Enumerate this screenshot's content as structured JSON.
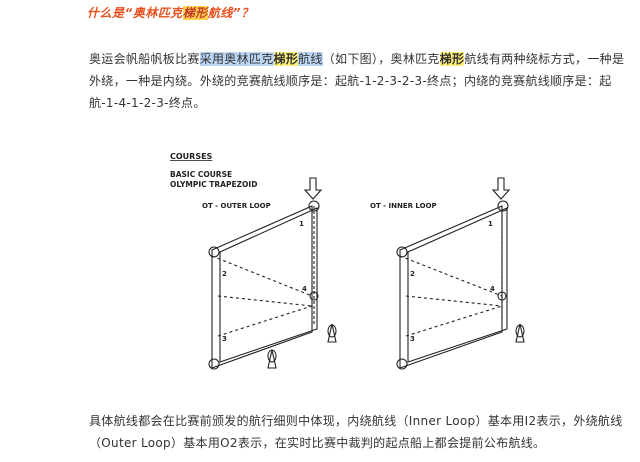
{
  "heading": {
    "before": "什么是“奥林匹克",
    "highlight": "梯形",
    "after": "航线”？"
  },
  "para1": {
    "t1": "奥运会帆船帆板比赛",
    "sel1": "采用奥林匹克",
    "sel_mark": "梯形",
    "sel2": "航线",
    "t2": "（如下图），奥林匹克",
    "mark": "梯形",
    "t3": "航线有两种绕标方式，一种是外绕，一种是内绕。外绕的竞赛航线顺序是：起航-1-2-3-2-3-终点；内绕的竞赛航线顺序是：起航-1-4-1-2-3-终点。"
  },
  "diagram": {
    "title1": "COURSES",
    "title2": "BASIC COURSE",
    "title3": "OLYMPIC TRAPEZOID",
    "outer_label": "OT - OUTER LOOP",
    "inner_label": "OT - INNER LOOP",
    "mark_1": "1",
    "mark_2": "2",
    "mark_3": "3",
    "mark_4": "4"
  },
  "para2": {
    "text": "具体航线都会在比赛前颁发的航行细则中体现，内绕航线（Inner Loop）基本用I2表示，外绕航线（Outer Loop）基本用O2表示，在实时比赛中裁判的起点船上都会提前公布航线。"
  },
  "colors": {
    "heading": "#e8501e",
    "highlight": "#ffd34d",
    "selection": "#bcd6f5",
    "mark": "#fff27a"
  }
}
